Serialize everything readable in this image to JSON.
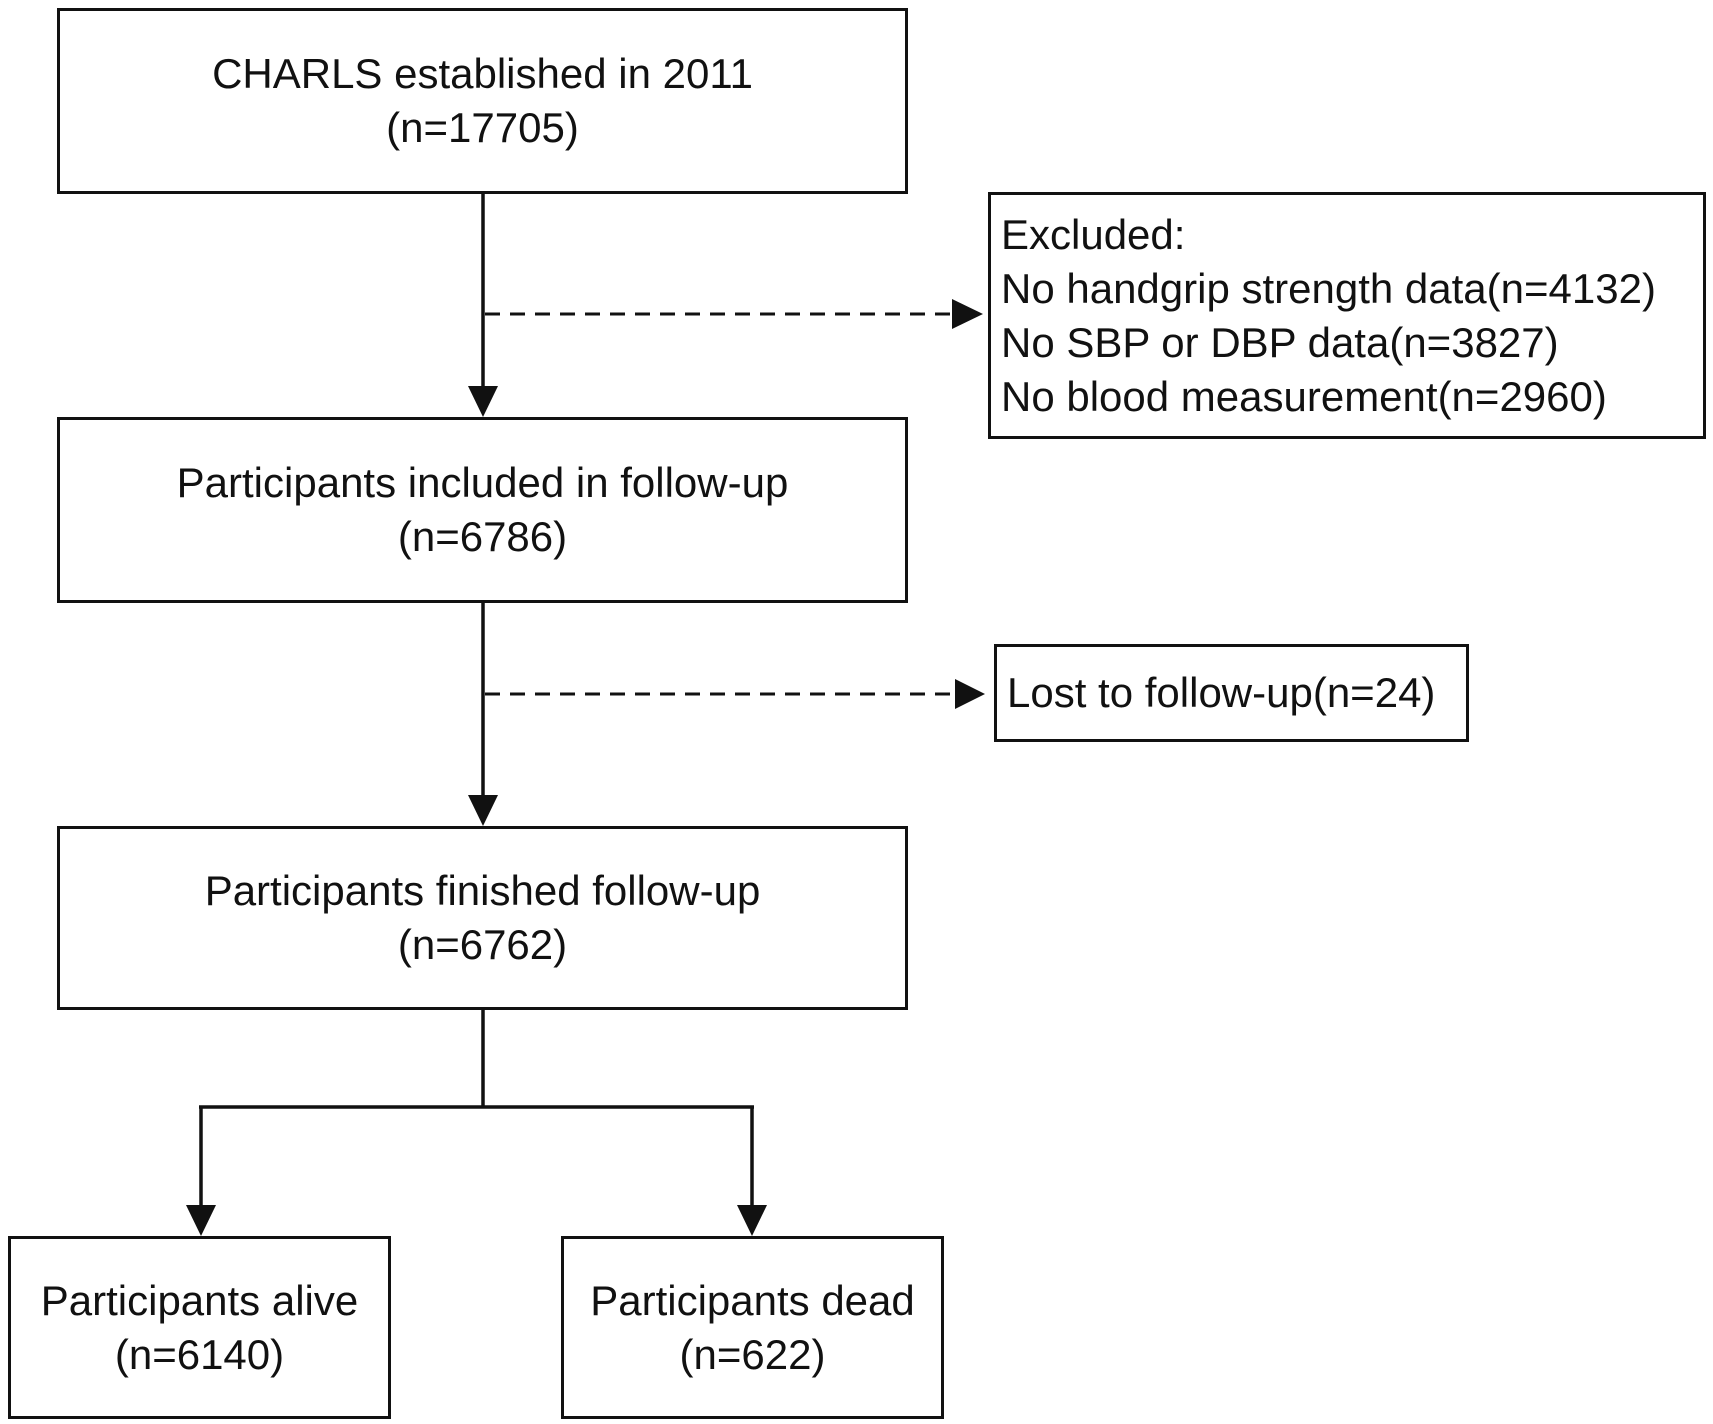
{
  "nodes": {
    "charls": {
      "title": "CHARLS established in 2011",
      "count": "(n=17705)"
    },
    "excluded": {
      "heading": "Excluded:",
      "reasons": [
        "No handgrip strength data(n=4132)",
        "No SBP or DBP data(n=3827)",
        "No blood measurement(n=2960)"
      ]
    },
    "included": {
      "title": "Participants included in follow-up",
      "count": "(n=6786)"
    },
    "lost": {
      "title": "Lost to follow-up(n=24)"
    },
    "finished": {
      "title": "Participants finished follow-up",
      "count": "(n=6762)"
    },
    "alive": {
      "title": "Participants alive",
      "count": "(n=6140)"
    },
    "dead": {
      "title": "Participants dead",
      "count": "(n=622)"
    }
  },
  "edges": [
    {
      "from": "charls",
      "to": "included",
      "style": "solid"
    },
    {
      "from": "charls",
      "to": "excluded",
      "style": "dashed"
    },
    {
      "from": "included",
      "to": "finished",
      "style": "solid"
    },
    {
      "from": "included",
      "to": "lost",
      "style": "dashed"
    },
    {
      "from": "finished",
      "to": "alive",
      "style": "solid"
    },
    {
      "from": "finished",
      "to": "dead",
      "style": "solid"
    }
  ],
  "colors": {
    "stroke": "#111111",
    "background": "#ffffff"
  }
}
